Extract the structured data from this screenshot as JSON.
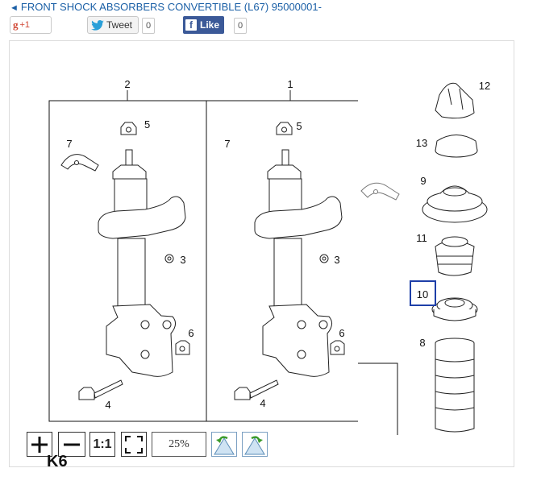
{
  "header": {
    "title": "FRONT SHOCK ABSORBERS CONVERTIBLE (L67) 95000001-",
    "back_arrow": "◄"
  },
  "share": {
    "gplus_label": "+1",
    "gplus_logo": "g",
    "tweet_label": "Tweet",
    "tweet_count": "0",
    "facebook_label": "Like",
    "facebook_count": "0"
  },
  "diagram": {
    "left_group_label": "2",
    "right_group_label": "1",
    "callouts": {
      "c12": "12",
      "c13": "13",
      "c9": "9",
      "c11": "11",
      "c10": "10",
      "c8": "8",
      "l5": "5",
      "l7": "7",
      "l3": "3",
      "l6": "6",
      "l4": "4",
      "r5": "5",
      "r7": "7",
      "r3": "3",
      "r6": "6",
      "r4": "4"
    },
    "highlighted_callout": "10"
  },
  "toolbar": {
    "zoom_in_icon": "plus-icon",
    "zoom_out_icon": "minus-icon",
    "actual_size_label": "1:1",
    "fit_icon": "fit-screen-icon",
    "zoom_value": "25%",
    "rotate_left_icon": "rotate-left-icon",
    "rotate_right_icon": "rotate-right-icon"
  },
  "page_code": "K6"
}
